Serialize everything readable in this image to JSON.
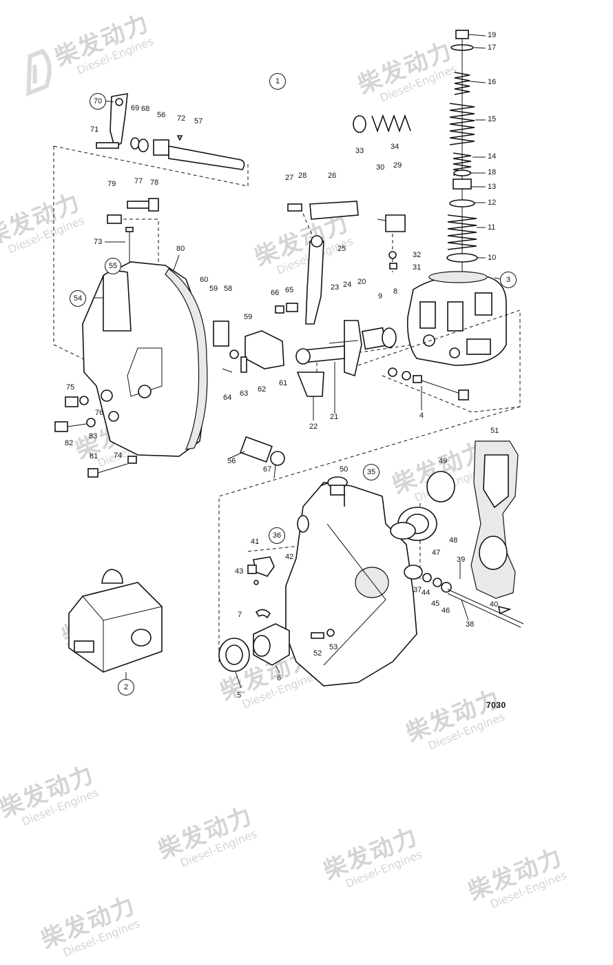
{
  "watermark": {
    "cn": "柴发动力",
    "en": "Diesel-Engines"
  },
  "figure_number": "7030",
  "circled_labels": [
    "1",
    "70",
    "55",
    "54",
    "3",
    "35",
    "36",
    "2"
  ],
  "callouts": {
    "c19": "19",
    "c17": "17",
    "c16": "16",
    "c15": "15",
    "c14": "14",
    "c18": "18",
    "c13": "13",
    "c12": "12",
    "c11": "11",
    "c10": "10",
    "c33": "33",
    "c34": "34",
    "c30": "30",
    "c29": "29",
    "c32": "32",
    "c31": "31",
    "c27": "27",
    "c28": "28",
    "c26": "26",
    "c25": "25",
    "c71": "71",
    "c69": "69",
    "c68": "68",
    "c56a": "56",
    "c72": "72",
    "c57": "57",
    "c79": "79",
    "c77": "77",
    "c78": "78",
    "c73": "73",
    "c80": "80",
    "c60": "60",
    "c59a": "59",
    "c58": "58",
    "c66": "66",
    "c65": "65",
    "c23": "23",
    "c24": "24",
    "c20": "20",
    "c9": "9",
    "c8": "8",
    "c59b": "59",
    "c64": "64",
    "c63": "63",
    "c62": "62",
    "c61": "61",
    "c22": "22",
    "c21": "21",
    "c4": "4",
    "c75": "75",
    "c76": "76",
    "c82": "82",
    "c83": "83",
    "c81": "81",
    "c74": "74",
    "c56b": "56",
    "c67": "67",
    "c51": "51",
    "c49": "49",
    "c50": "50",
    "c48": "48",
    "c47": "47",
    "c41": "41",
    "c42": "42",
    "c43": "43",
    "c39": "39",
    "c37": "37",
    "c44": "44",
    "c45": "45",
    "c46": "46",
    "c40": "40",
    "c38": "38",
    "c7": "7",
    "c52": "52",
    "c53": "53",
    "c5": "5",
    "c6": "6"
  }
}
